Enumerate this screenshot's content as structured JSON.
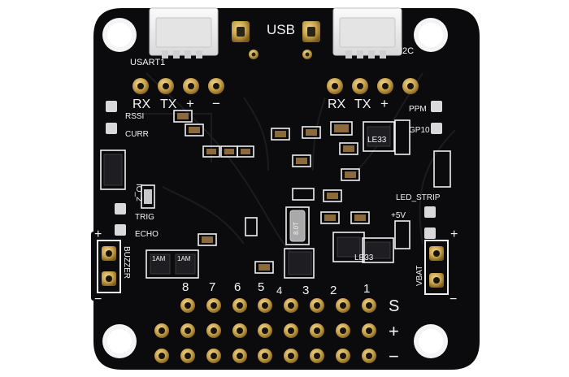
{
  "board": {
    "usb_label": "USB",
    "uart_label": "USART1",
    "i2c_label": "I2C",
    "rx": "RX",
    "tx": "TX",
    "plus": "+",
    "minus": "−",
    "ppm": "PPM",
    "gpio": "GP10",
    "rssi": "RSSI",
    "curr": "CURR",
    "io2": "IO_2",
    "trig": "TRIG",
    "echo": "ECHO",
    "buzzer": "BUZZER",
    "vbat": "VBAT",
    "led_strip": "LED_STRIP",
    "v5": "+5V",
    "le33_a": "LE33",
    "le33_b": "LE33",
    "oscillator": "8.0T",
    "ic_a": "1AM",
    "ic_b": "1AM",
    "channel_numbers": [
      "8",
      "7",
      "6",
      "5",
      "4",
      "3",
      "2",
      "1"
    ],
    "row_signal": "S",
    "row_plus": "+",
    "row_minus": "−"
  },
  "colors": {
    "pcb": "#0b0b0d",
    "silkscreen": "#f4f4f4",
    "gold_pad": "#c9a24a",
    "connector": "#ececec"
  }
}
